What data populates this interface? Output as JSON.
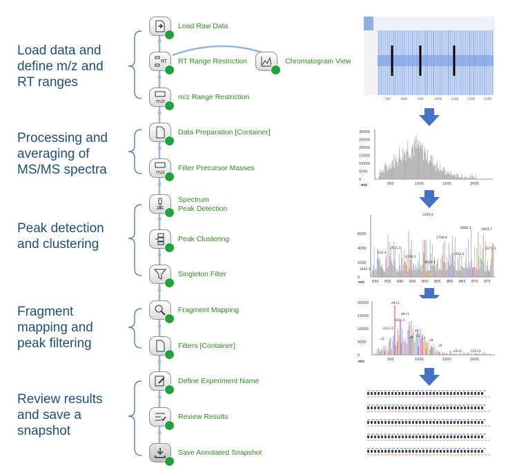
{
  "stages": [
    {
      "id": "load",
      "lines": [
        "Load data and",
        "define m/z and",
        "RT ranges"
      ]
    },
    {
      "id": "process",
      "lines": [
        "Processing and",
        "averaging of",
        "MS/MS spectra"
      ]
    },
    {
      "id": "peak",
      "lines": [
        "Peak detection",
        "and clustering"
      ]
    },
    {
      "id": "fragment",
      "lines": [
        "Fragment",
        "mapping and",
        "peak filtering"
      ]
    },
    {
      "id": "review",
      "lines": [
        "Review results",
        "and save a",
        "snapshot"
      ]
    }
  ],
  "nodes": [
    {
      "id": "load-raw-data",
      "label": "Load Raw Data",
      "icon": "load-data-icon"
    },
    {
      "id": "rt-range",
      "label": "RT Range Restriction",
      "icon": "rt-filter-icon"
    },
    {
      "id": "chromatogram",
      "label": "Chromatogram View",
      "icon": "chart-icon"
    },
    {
      "id": "mz-range",
      "label": "m/z Range Restriction",
      "icon": "mz-filter-icon"
    },
    {
      "id": "data-prep",
      "label": "Data Preparation [Container]",
      "icon": "document-icon"
    },
    {
      "id": "filter-precursor",
      "label": "Filter Precursor Masses",
      "icon": "mz-filter-icon"
    },
    {
      "id": "spectrum-peak",
      "label_lines": [
        "Spectrum",
        "Peak Detection"
      ],
      "icon": "microscope-icon"
    },
    {
      "id": "peak-clustering",
      "label": "Peak Clustering",
      "icon": "cluster-icon"
    },
    {
      "id": "singleton",
      "label": "Singleton Filter",
      "icon": "funnel-icon"
    },
    {
      "id": "fragment-mapping",
      "label": "Fragment Mapping",
      "icon": "search-icon"
    },
    {
      "id": "filters",
      "label": "Filters [Container]",
      "icon": "document-icon"
    },
    {
      "id": "experiment-name",
      "label": "Define Experiment Name",
      "icon": "edit-icon"
    },
    {
      "id": "review-results",
      "label": "Review Results",
      "icon": "review-icon"
    },
    {
      "id": "save-snapshot",
      "label": "Save Annotated Snapshot",
      "icon": "download-icon"
    }
  ],
  "thumbnails": {
    "chromatogram": {
      "x_ticks": [
        "700",
        "800",
        "900",
        "1000",
        "1100",
        "1200",
        "1300"
      ]
    },
    "spectrum1": {
      "y_ticks": [
        "0",
        "5000",
        "10000",
        "15000",
        "20000",
        "25000",
        "30000"
      ],
      "x_ticks": [
        "500",
        "1000",
        "1500",
        "2000"
      ],
      "xlabel": "m/z"
    },
    "spectrum2": {
      "y_ticks": [
        "0",
        "2000",
        "4000",
        "6000"
      ],
      "x_ticks": [
        "830",
        "835",
        "840",
        "845",
        "850",
        "855",
        "860",
        "865",
        "870",
        "875"
      ],
      "xlabel": "m/z",
      "annotations": [
        "3395.6",
        "2880.2",
        "3403.7",
        "1708.8",
        "632.4",
        "2611.1",
        "4739.1",
        "5165.5",
        "4271.1",
        "3405.3",
        "4651.4"
      ]
    },
    "spectrum3": {
      "y_ticks": [
        "0",
        "5000",
        "10000",
        "15000",
        "20000"
      ],
      "x_ticks": [
        "500",
        "1000",
        "1500",
        "2000"
      ],
      "xlabel": "m/z",
      "annotations": [
        "z8+1",
        "z9+1",
        "z10+1",
        "z11+1",
        "c4",
        "c3",
        "c5",
        "c6",
        "c7",
        "c8",
        "c9",
        "z4+2",
        "c10+1"
      ]
    }
  },
  "colors": {
    "stage_text": "#1f4e79",
    "node_label": "#2e8b1e",
    "arrow": "#4472c4",
    "check": "#1fa33a"
  }
}
